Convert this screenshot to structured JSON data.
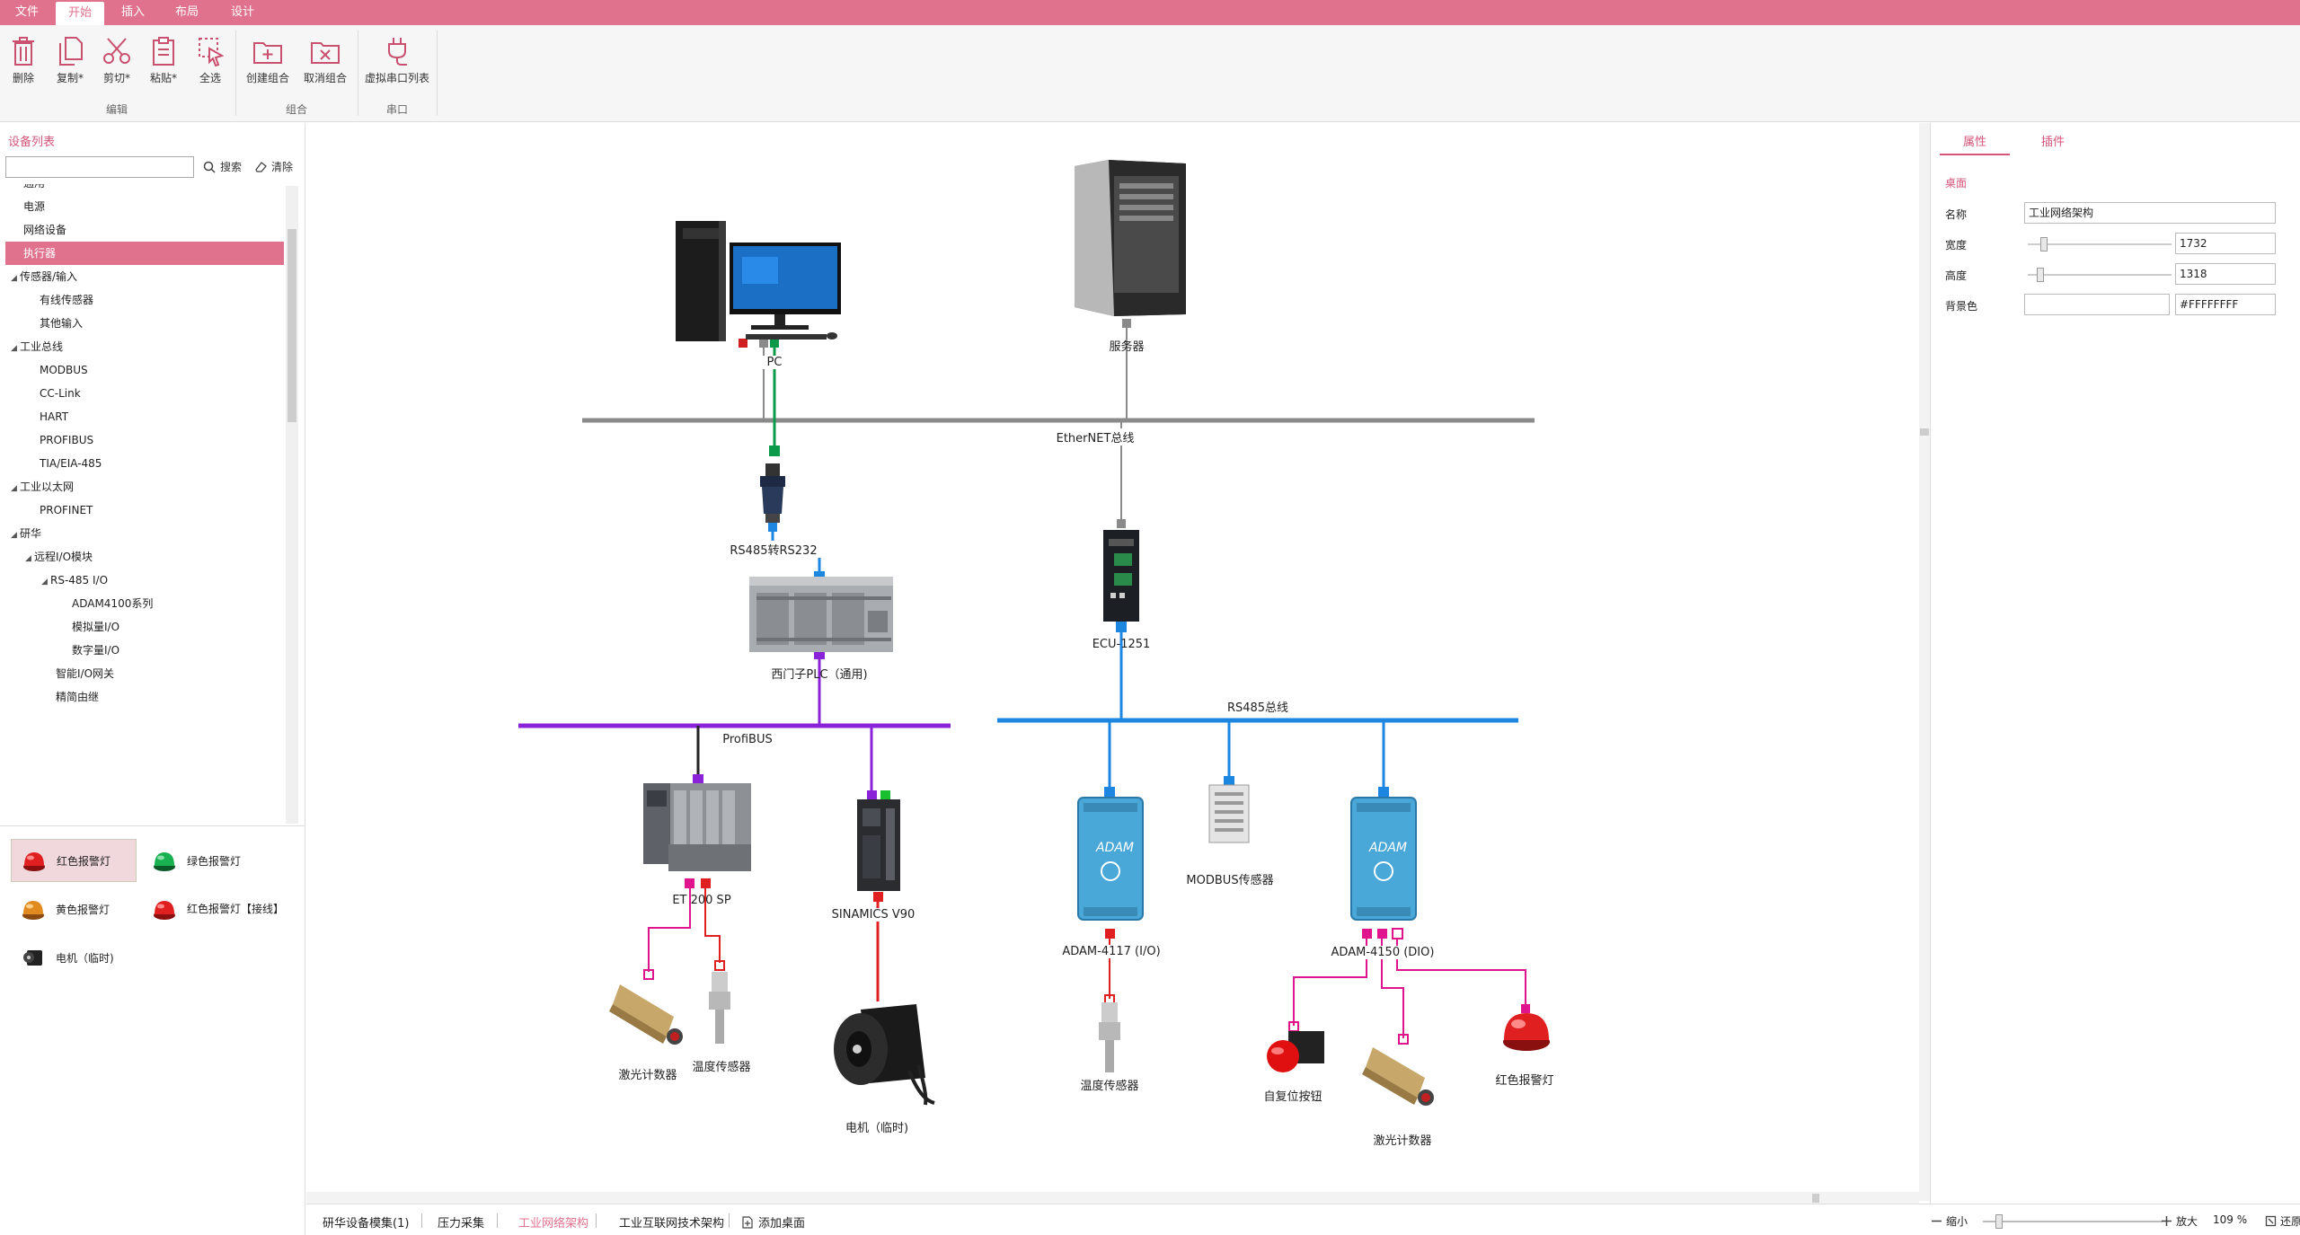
{
  "menu": {
    "tabs": [
      "文件",
      "开始",
      "插入",
      "布局",
      "设计"
    ],
    "active": 1
  },
  "ribbon": {
    "buttons": [
      "删除",
      "复制*",
      "剪切*",
      "粘贴*",
      "全选",
      "创建组合",
      "取消组合",
      "虚拟串口列表"
    ],
    "groups": [
      "编辑",
      "组合",
      "串口"
    ]
  },
  "left": {
    "title": "设备列表",
    "search_label": "搜索",
    "clear_label": "清除",
    "tree": [
      "通用",
      "电源",
      "网络设备",
      "执行器",
      "传感器/输入",
      "有线传感器",
      "其他输入",
      "工业总线",
      "MODBUS",
      "CC-Link",
      "HART",
      "PROFIBUS",
      "TIA/EIA-485",
      "工业以太网",
      "PROFINET",
      "研华",
      "远程I/O模块",
      "RS-485 I/O",
      "ADAM4100系列",
      "模拟量I/O",
      "数字量I/O",
      "智能I/O网关",
      "精简由继"
    ],
    "palette": [
      "红色报警灯",
      "绿色报警灯",
      "黄色报警灯",
      "红色报警灯【接线】",
      "电机（临时)"
    ]
  },
  "diagram": {
    "labels": {
      "pc": "PC",
      "server": "服务器",
      "ethernet": "EtherNET总线",
      "rs485_232": "RS485转RS232",
      "plc": "西门子PLC（通用)",
      "ecu": "ECU-1251",
      "profibus": "ProfiBUS",
      "rs485bus": "RS485总线",
      "et200": "ET 200 SP",
      "v90": "SINAMICS V90",
      "adam4117": "ADAM-4117 (I/O)",
      "modbus_sensor": "MODBUS传感器",
      "adam4150": "ADAM-4150 (DIO)",
      "laser1": "激光计数器",
      "temp1": "温度传感器",
      "motor": "电机（临时)",
      "temp2": "温度传感器",
      "reset_btn": "自复位按钮",
      "laser2": "激光计数器",
      "red_alarm": "红色报警灯"
    },
    "colors": {
      "ethernet": "#8a8a8a",
      "profibus": "#8a22d8",
      "rs485": "#1c86e0",
      "green": "#0a9a4a",
      "red": "#e02020",
      "pink": "#e0148c"
    }
  },
  "right": {
    "tabs": [
      "属性",
      "插件"
    ],
    "section": "桌面",
    "props": {
      "name_label": "名称",
      "name": "工业网络架构",
      "width_label": "宽度",
      "width": "1732",
      "height_label": "高度",
      "height": "1318",
      "bg_label": "背景色",
      "bg": "#FFFFFFFF"
    }
  },
  "bottom": {
    "tabs": [
      "研华设备模集(1)",
      "压力采集",
      "工业网络架构",
      "工业互联网技术架构",
      "添加桌面"
    ],
    "active": 2,
    "zoom_out": "缩小",
    "zoom_in": "放大",
    "zoom_value": "109 %",
    "restore": "还原"
  }
}
